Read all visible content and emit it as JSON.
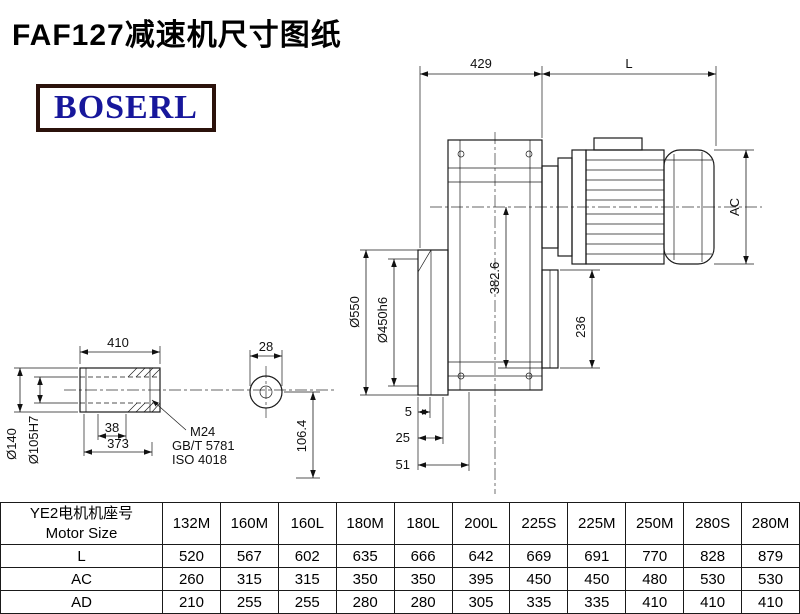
{
  "page": {
    "title": "FAF127减速机尺寸图纸",
    "brand": "BOSERL"
  },
  "drawing": {
    "d429": "429",
    "dL": "L",
    "ac": "AC",
    "d550": "Ø550",
    "d450h6": "Ø450h6",
    "d382_6": "382.6",
    "d236": "236",
    "d5": "5",
    "d25": "25",
    "d51": "51",
    "d410": "410",
    "d28": "28",
    "d38": "38",
    "d373": "373",
    "d140": "Ø140",
    "d105h7": "Ø105H7",
    "d106_4": "106.4",
    "m24": "M24",
    "gbt": "GB/T 5781",
    "iso": "ISO 4018"
  },
  "table": {
    "header": {
      "cn": "YE2电机机座号",
      "en": "Motor Size"
    },
    "columns": [
      "132M",
      "160M",
      "160L",
      "180M",
      "180L",
      "200L",
      "225S",
      "225M",
      "250M",
      "280S",
      "280M"
    ],
    "rows": [
      {
        "label": "L",
        "values": [
          "520",
          "567",
          "602",
          "635",
          "666",
          "642",
          "669",
          "691",
          "770",
          "828",
          "879"
        ]
      },
      {
        "label": "AC",
        "values": [
          "260",
          "315",
          "315",
          "350",
          "350",
          "395",
          "450",
          "450",
          "480",
          "530",
          "530"
        ]
      },
      {
        "label": "AD",
        "values": [
          "210",
          "255",
          "255",
          "280",
          "280",
          "305",
          "335",
          "335",
          "410",
          "410",
          "410"
        ]
      }
    ]
  }
}
